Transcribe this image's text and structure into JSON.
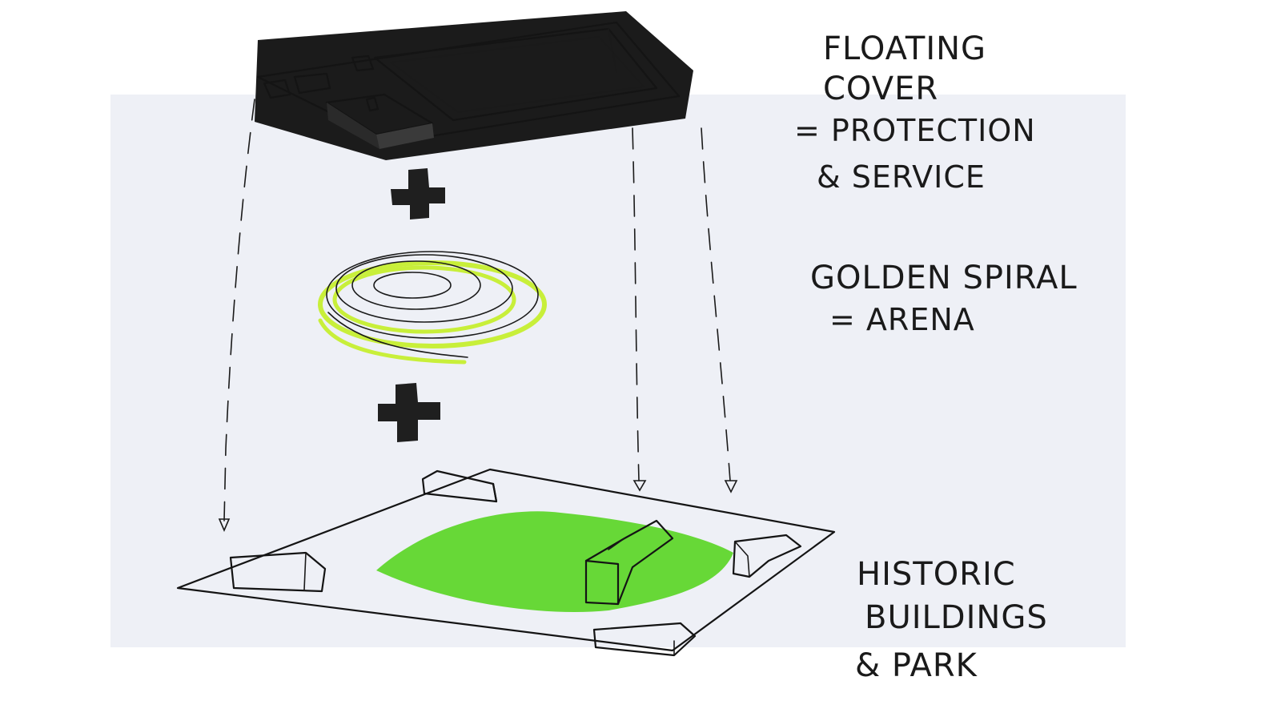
{
  "labels": {
    "cover_line1": "FLOATING",
    "cover_line2": "COVER",
    "cover_line3": "= PROTECTION",
    "cover_line4": "& SERVICE",
    "spiral_line1": "GOLDEN SPIRAL",
    "spiral_line2": "= ARENA",
    "base_line1": "HISTORIC",
    "base_line2": "BUILDINGS",
    "base_line3": "& PARK"
  },
  "colors": {
    "ink": "#141414",
    "paper": "#ffffff",
    "paper_tint": "#eef0f6",
    "spiral_highlight": "#c8ef3a",
    "park_green": "#5fd62c"
  },
  "icons": {
    "plus_sign_1": "plus-icon",
    "plus_sign_2": "plus-icon"
  }
}
